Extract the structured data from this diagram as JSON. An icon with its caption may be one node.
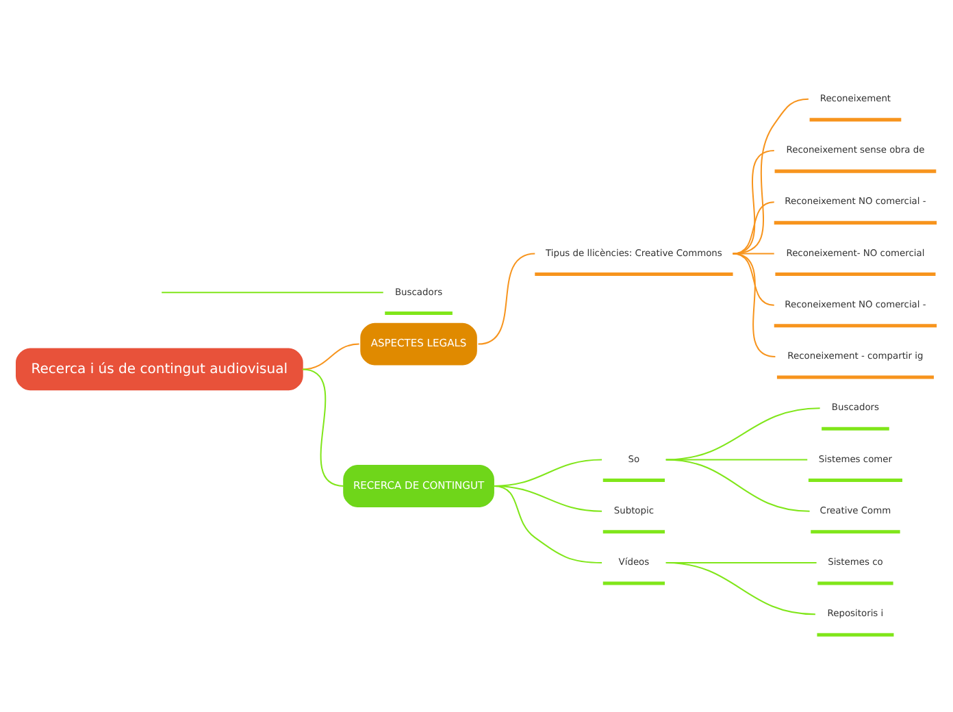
{
  "diagram": {
    "nodes": [
      {
        "text": [
          "Recerca i ús de contingut audiovisual"
        ]
      },
      {
        "text": [
          "ASPECTES LEGALS"
        ]
      },
      {
        "text": [
          "Tipus de llicències: Creative Commons"
        ]
      },
      {
        "text": [
          "Reconeixement"
        ]
      },
      {
        "text": [
          "Reconeixement sense obra de"
        ]
      },
      {
        "text": [
          "Reconeixement NO comercial -"
        ]
      },
      {
        "text": [
          "Reconeixement- NO comercial"
        ]
      },
      {
        "text": [
          "Reconeixement NO comercial -"
        ]
      },
      {
        "text": [
          "Reconeixement - compartir ig"
        ]
      },
      {
        "text": [
          "RECERCA DE CONTINGUT"
        ]
      },
      {
        "text": [
          "So"
        ]
      },
      {
        "text": [
          "Buscadors"
        ]
      },
      {
        "text": [
          "Sistemes comer"
        ]
      },
      {
        "text": [
          "Creative Comm"
        ]
      },
      {
        "text": [
          "Subtopic"
        ]
      },
      {
        "text": [
          "Vídeos"
        ]
      },
      {
        "text": [
          "Sistemes co"
        ]
      },
      {
        "text": [
          "Repositoris i"
        ]
      },
      {
        "text": [
          "Buscadors"
        ]
      }
    ],
    "edges": [
      {
        "from": 0,
        "to": 1,
        "arrow": "none",
        "color": "#f7941d"
      },
      {
        "from": 1,
        "to": 2,
        "arrow": "none",
        "color": "#f7941d"
      },
      {
        "from": 2,
        "to": 3,
        "arrow": "none",
        "color": "#f7941d"
      },
      {
        "from": 2,
        "to": 4,
        "arrow": "none",
        "color": "#f7941d"
      },
      {
        "from": 2,
        "to": 5,
        "arrow": "none",
        "color": "#f7941d"
      },
      {
        "from": 2,
        "to": 6,
        "arrow": "none",
        "color": "#f7941d"
      },
      {
        "from": 2,
        "to": 7,
        "arrow": "none",
        "color": "#f7941d"
      },
      {
        "from": 2,
        "to": 8,
        "arrow": "none",
        "color": "#f7941d"
      },
      {
        "from": 0,
        "to": 9,
        "arrow": "none"
      },
      {
        "from": 9,
        "to": 10,
        "arrow": "none"
      },
      {
        "from": 10,
        "to": 11,
        "arrow": "none"
      },
      {
        "from": 10,
        "to": 12,
        "arrow": "none"
      },
      {
        "from": 10,
        "to": 13,
        "arrow": "none"
      },
      {
        "from": 9,
        "to": 14,
        "arrow": "none"
      },
      {
        "from": 9,
        "to": 15,
        "arrow": "none"
      },
      {
        "from": 15,
        "to": 16,
        "arrow": "none"
      },
      {
        "from": 15,
        "to": 17,
        "arrow": "none"
      },
      {
        "from": null,
        "to": 18,
        "arrow": "none"
      }
    ]
  }
}
